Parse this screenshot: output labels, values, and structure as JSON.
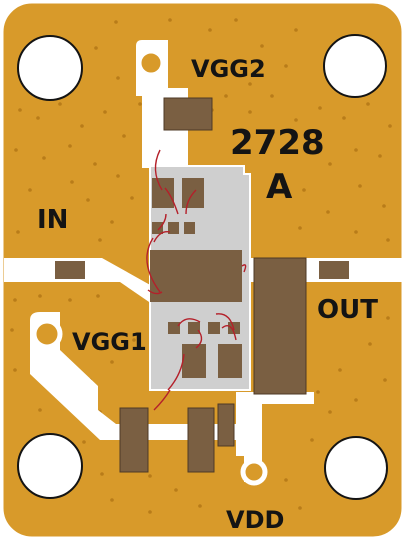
{
  "labels": {
    "vgg2": "VGG2",
    "part_number": "2728",
    "revision": "A",
    "input": "IN",
    "output": "OUT",
    "vgg1": "VGG1",
    "vdd": "VDD"
  },
  "colors": {
    "substrate": "#d89a2a",
    "trace": "#ffffff",
    "die": "#cfcfcf",
    "component": "#7a5f42",
    "bond_wire": "#b4202a",
    "text": "#141414"
  }
}
